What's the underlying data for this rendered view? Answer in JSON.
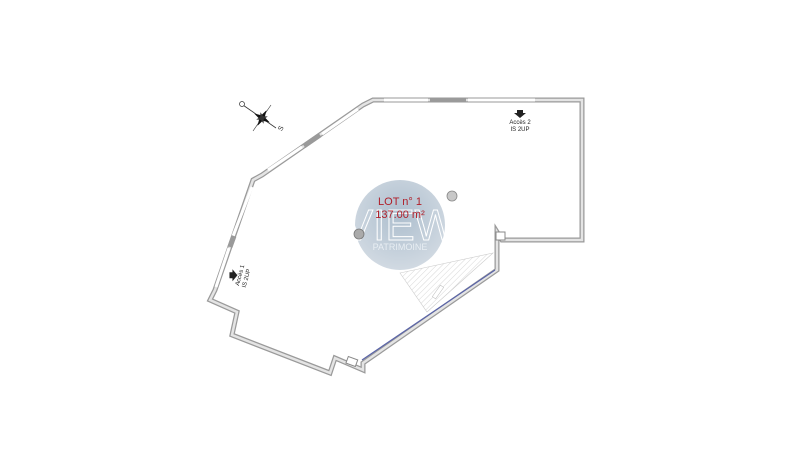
{
  "lot": {
    "title": "LOT n° 1",
    "area": "137.00 m²",
    "color": "#b0202a"
  },
  "watermark": {
    "brand": "VIEW",
    "sub": "PATRIMOINE",
    "color": "#8fa3b5"
  },
  "access_1": {
    "label": "Accès 1",
    "code": "IS 2UP"
  },
  "access_2": {
    "label": "Accès 2",
    "code": "IS 2UP"
  },
  "compass": {
    "south_label": "S"
  },
  "colors": {
    "wall": "#9a9a9a",
    "wall_fill": "#e4e4e4",
    "glazing": "#5a64a8"
  }
}
